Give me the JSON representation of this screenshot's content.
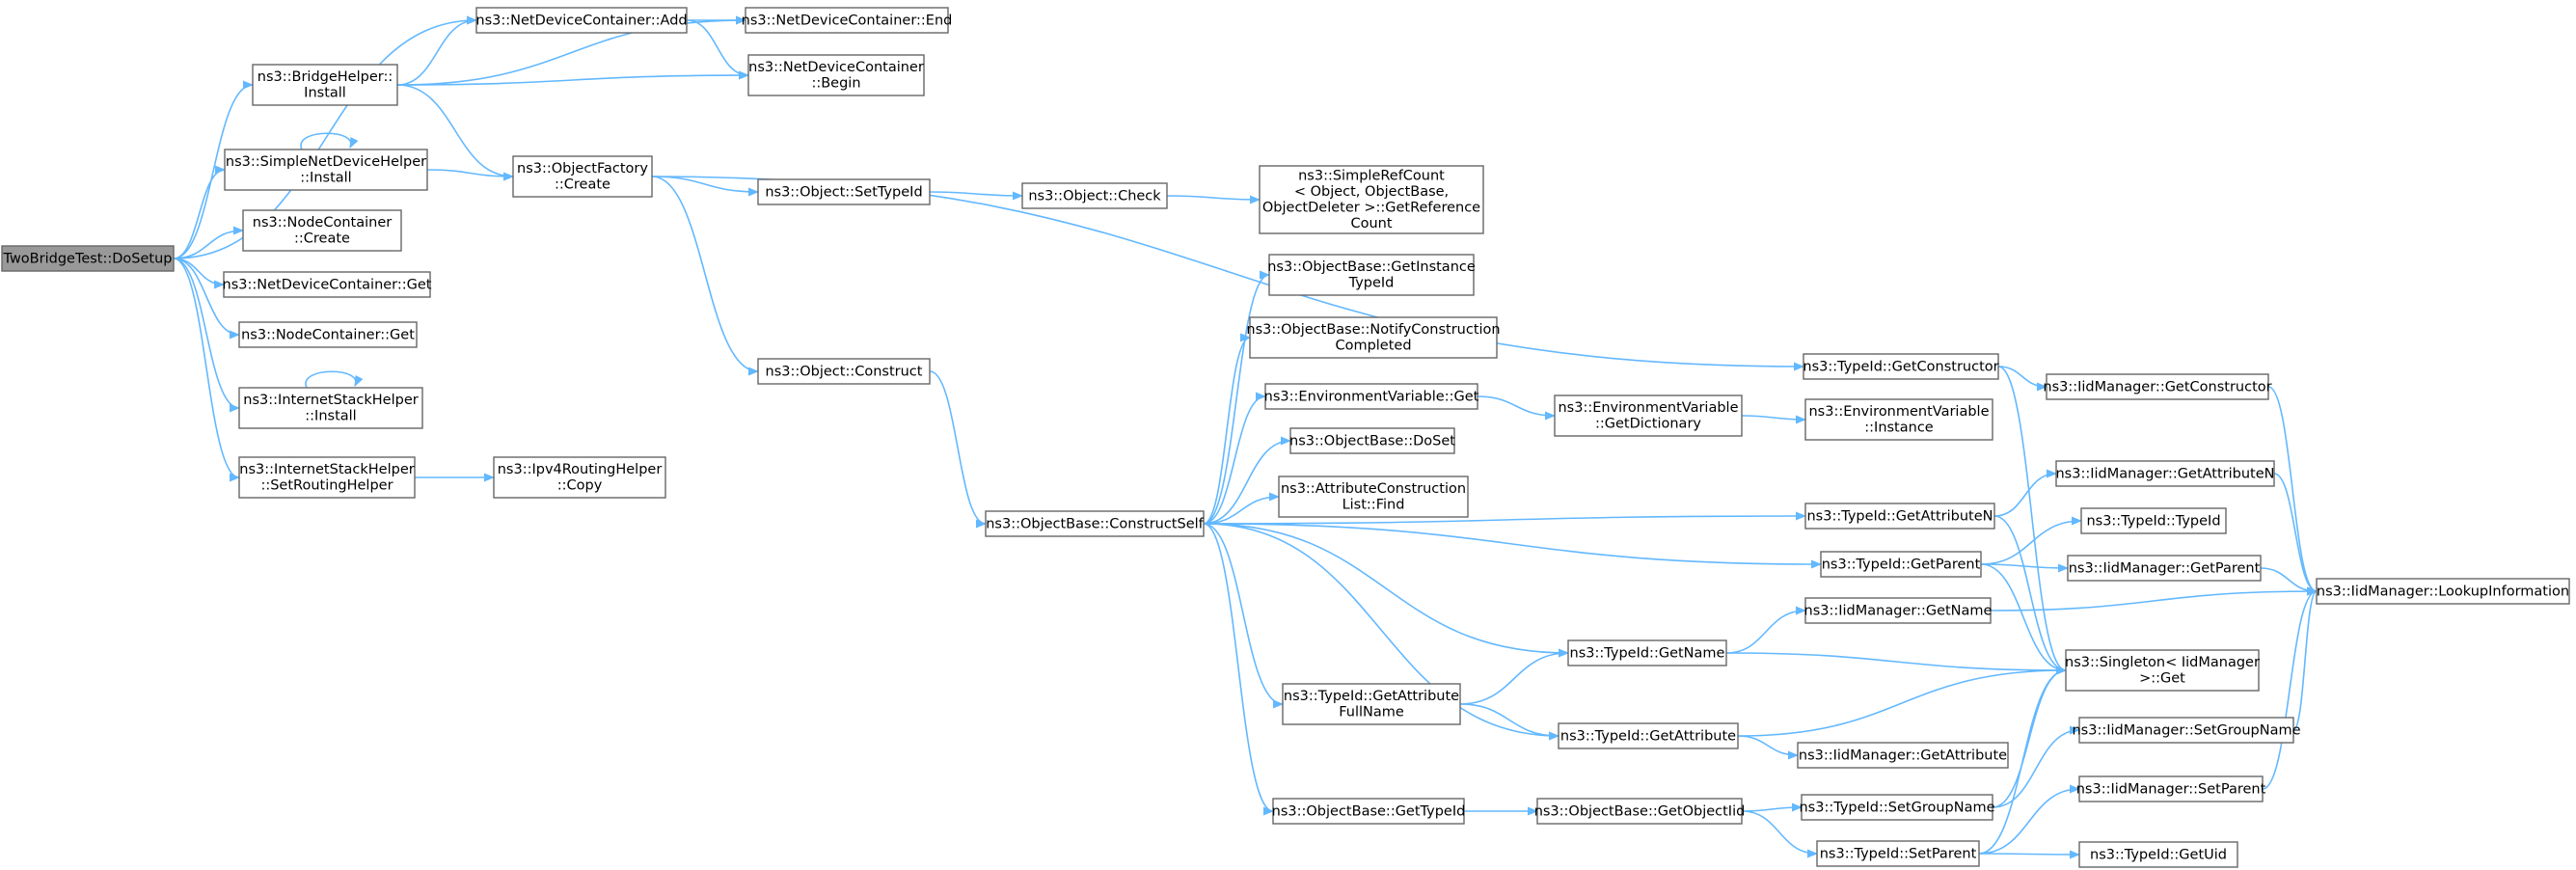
{
  "graph": {
    "accent_color": "#63b8ff",
    "root_fill": "#999999",
    "nodes": [
      {
        "id": "root",
        "lines": [
          "TwoBridgeTest::DoSetup"
        ],
        "root": true
      },
      {
        "id": "ndcAdd",
        "lines": [
          "ns3::NetDeviceContainer::Add"
        ]
      },
      {
        "id": "ndcEnd",
        "lines": [
          "ns3::NetDeviceContainer::End"
        ]
      },
      {
        "id": "ndcBegin",
        "lines": [
          "ns3::NetDeviceContainer",
          "::Begin"
        ]
      },
      {
        "id": "bridgeInstall",
        "lines": [
          "ns3::BridgeHelper::",
          "Install"
        ]
      },
      {
        "id": "simpleInstall",
        "lines": [
          "ns3::SimpleNetDeviceHelper",
          "::Install"
        ]
      },
      {
        "id": "ofCreate",
        "lines": [
          "ns3::ObjectFactory",
          "::Create"
        ]
      },
      {
        "id": "objSetTypeId",
        "lines": [
          "ns3::Object::SetTypeId"
        ]
      },
      {
        "id": "objCheck",
        "lines": [
          "ns3::Object::Check"
        ]
      },
      {
        "id": "srcGetRef",
        "lines": [
          "ns3::SimpleRefCount",
          "< Object, ObjectBase,",
          " ObjectDeleter >::GetReference",
          "Count"
        ]
      },
      {
        "id": "ncCreate",
        "lines": [
          "ns3::NodeContainer",
          "::Create"
        ]
      },
      {
        "id": "ndcGet",
        "lines": [
          "ns3::NetDeviceContainer::Get"
        ]
      },
      {
        "id": "ncGet",
        "lines": [
          "ns3::NodeContainer::Get"
        ]
      },
      {
        "id": "ishInstall",
        "lines": [
          "ns3::InternetStackHelper",
          "::Install"
        ]
      },
      {
        "id": "ishSetRouting",
        "lines": [
          "ns3::InternetStackHelper",
          "::SetRoutingHelper"
        ]
      },
      {
        "id": "ipv4Copy",
        "lines": [
          "ns3::Ipv4RoutingHelper",
          "::Copy"
        ]
      },
      {
        "id": "objConstruct",
        "lines": [
          "ns3::Object::Construct"
        ]
      },
      {
        "id": "obConstructSelf",
        "lines": [
          "ns3::ObjectBase::ConstructSelf"
        ]
      },
      {
        "id": "obGetInstanceTypeId",
        "lines": [
          "ns3::ObjectBase::GetInstance",
          "TypeId"
        ]
      },
      {
        "id": "obNotify",
        "lines": [
          "ns3::ObjectBase::NotifyConstruction",
          "Completed"
        ]
      },
      {
        "id": "envGet",
        "lines": [
          "ns3::EnvironmentVariable::Get"
        ]
      },
      {
        "id": "envGetDict",
        "lines": [
          "ns3::EnvironmentVariable",
          "::GetDictionary"
        ]
      },
      {
        "id": "envInstance",
        "lines": [
          "ns3::EnvironmentVariable",
          "::Instance"
        ]
      },
      {
        "id": "obDoSet",
        "lines": [
          "ns3::ObjectBase::DoSet"
        ]
      },
      {
        "id": "aclFind",
        "lines": [
          "ns3::AttributeConstruction",
          "List::Find"
        ]
      },
      {
        "id": "tidGetConstructor",
        "lines": [
          "ns3::TypeId::GetConstructor"
        ]
      },
      {
        "id": "iidGetConstructor",
        "lines": [
          "ns3::IidManager::GetConstructor"
        ]
      },
      {
        "id": "tidGetAttributeN",
        "lines": [
          "ns3::TypeId::GetAttributeN"
        ]
      },
      {
        "id": "iidGetAttributeN",
        "lines": [
          "ns3::IidManager::GetAttributeN"
        ]
      },
      {
        "id": "tidTypeId",
        "lines": [
          "ns3::TypeId::TypeId"
        ]
      },
      {
        "id": "tidGetParent",
        "lines": [
          "ns3::TypeId::GetParent"
        ]
      },
      {
        "id": "iidGetParent",
        "lines": [
          "ns3::IidManager::GetParent"
        ]
      },
      {
        "id": "iidLookup",
        "lines": [
          "ns3::IidManager::LookupInformation"
        ]
      },
      {
        "id": "iidGetName",
        "lines": [
          "ns3::IidManager::GetName"
        ]
      },
      {
        "id": "tidGetName",
        "lines": [
          "ns3::TypeId::GetName"
        ]
      },
      {
        "id": "singletonGet",
        "lines": [
          "ns3::Singleton< IidManager",
          " >::Get"
        ]
      },
      {
        "id": "tidGetAttrFullName",
        "lines": [
          "ns3::TypeId::GetAttribute",
          "FullName"
        ]
      },
      {
        "id": "tidGetAttribute",
        "lines": [
          "ns3::TypeId::GetAttribute"
        ]
      },
      {
        "id": "iidGetAttribute",
        "lines": [
          "ns3::IidManager::GetAttribute"
        ]
      },
      {
        "id": "iidSetGroupName",
        "lines": [
          "ns3::IidManager::SetGroupName"
        ]
      },
      {
        "id": "obGetTypeId",
        "lines": [
          "ns3::ObjectBase::GetTypeId"
        ]
      },
      {
        "id": "obGetObjectIid",
        "lines": [
          "ns3::ObjectBase::GetObjectIid"
        ]
      },
      {
        "id": "tidSetGroupName",
        "lines": [
          "ns3::TypeId::SetGroupName"
        ]
      },
      {
        "id": "iidSetParent",
        "lines": [
          "ns3::IidManager::SetParent"
        ]
      },
      {
        "id": "tidSetParent",
        "lines": [
          "ns3::TypeId::SetParent"
        ]
      },
      {
        "id": "tidGetUid",
        "lines": [
          "ns3::TypeId::GetUid"
        ]
      }
    ],
    "edges": [
      [
        "root",
        "ndcAdd"
      ],
      [
        "root",
        "bridgeInstall"
      ],
      [
        "root",
        "simpleInstall"
      ],
      [
        "root",
        "ncCreate"
      ],
      [
        "root",
        "ndcGet"
      ],
      [
        "root",
        "ncGet"
      ],
      [
        "root",
        "ishInstall"
      ],
      [
        "root",
        "ishSetRouting"
      ],
      [
        "ndcAdd",
        "ndcEnd"
      ],
      [
        "ndcAdd",
        "ndcBegin"
      ],
      [
        "bridgeInstall",
        "ndcAdd"
      ],
      [
        "bridgeInstall",
        "ndcEnd"
      ],
      [
        "bridgeInstall",
        "ndcBegin"
      ],
      [
        "bridgeInstall",
        "ofCreate"
      ],
      [
        "simpleInstall",
        "simpleInstall"
      ],
      [
        "simpleInstall",
        "ofCreate"
      ],
      [
        "ishInstall",
        "ishInstall"
      ],
      [
        "ishSetRouting",
        "ipv4Copy"
      ],
      [
        "ofCreate",
        "objSetTypeId"
      ],
      [
        "ofCreate",
        "tidGetConstructor"
      ],
      [
        "ofCreate",
        "objConstruct"
      ],
      [
        "objSetTypeId",
        "objCheck"
      ],
      [
        "objCheck",
        "srcGetRef"
      ],
      [
        "objConstruct",
        "obConstructSelf"
      ],
      [
        "obConstructSelf",
        "obGetInstanceTypeId"
      ],
      [
        "obConstructSelf",
        "obNotify"
      ],
      [
        "obConstructSelf",
        "envGet"
      ],
      [
        "obConstructSelf",
        "obDoSet"
      ],
      [
        "obConstructSelf",
        "aclFind"
      ],
      [
        "obConstructSelf",
        "tidGetAttributeN"
      ],
      [
        "obConstructSelf",
        "tidGetParent"
      ],
      [
        "obConstructSelf",
        "tidGetName"
      ],
      [
        "obConstructSelf",
        "tidGetAttrFullName"
      ],
      [
        "obConstructSelf",
        "tidGetAttribute"
      ],
      [
        "obConstructSelf",
        "obGetTypeId"
      ],
      [
        "envGet",
        "envGetDict"
      ],
      [
        "envGetDict",
        "envInstance"
      ],
      [
        "tidGetConstructor",
        "iidGetConstructor"
      ],
      [
        "tidGetConstructor",
        "singletonGet"
      ],
      [
        "iidGetConstructor",
        "iidLookup"
      ],
      [
        "tidGetAttributeN",
        "iidGetAttributeN"
      ],
      [
        "tidGetAttributeN",
        "singletonGet"
      ],
      [
        "iidGetAttributeN",
        "iidLookup"
      ],
      [
        "tidGetParent",
        "tidTypeId"
      ],
      [
        "tidGetParent",
        "iidGetParent"
      ],
      [
        "tidGetParent",
        "singletonGet"
      ],
      [
        "iidGetParent",
        "iidLookup"
      ],
      [
        "tidGetName",
        "iidGetName"
      ],
      [
        "tidGetName",
        "singletonGet"
      ],
      [
        "iidGetName",
        "iidLookup"
      ],
      [
        "tidGetAttrFullName",
        "tidGetName"
      ],
      [
        "tidGetAttrFullName",
        "tidGetAttribute"
      ],
      [
        "tidGetAttribute",
        "iidGetAttribute"
      ],
      [
        "tidGetAttribute",
        "singletonGet"
      ],
      [
        "obGetTypeId",
        "obGetObjectIid"
      ],
      [
        "obGetObjectIid",
        "tidSetGroupName"
      ],
      [
        "obGetObjectIid",
        "tidSetParent"
      ],
      [
        "tidSetGroupName",
        "iidSetGroupName"
      ],
      [
        "tidSetGroupName",
        "singletonGet"
      ],
      [
        "iidSetGroupName",
        "iidLookup"
      ],
      [
        "tidSetParent",
        "iidSetParent"
      ],
      [
        "tidSetParent",
        "singletonGet"
      ],
      [
        "tidSetParent",
        "tidGetUid"
      ],
      [
        "iidSetParent",
        "iidLookup"
      ]
    ]
  }
}
